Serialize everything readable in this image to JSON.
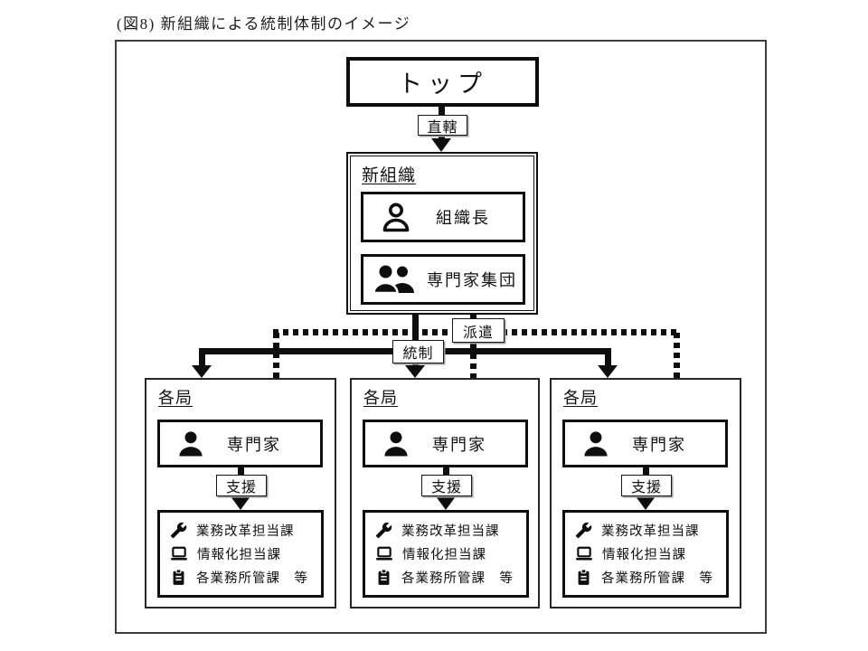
{
  "title": "(図8) 新組織による統制体制のイメージ",
  "ink_color": "#0e0e0e",
  "top_box": {
    "label": "トップ"
  },
  "edges": {
    "direct": "直轄",
    "dispatch": "派遣",
    "control": "統制"
  },
  "new_org": {
    "label": "新組織",
    "head": {
      "icon": "person-outline-icon",
      "label": "組織長"
    },
    "experts": {
      "icon": "people-filled-icon",
      "label": "専門家集団"
    }
  },
  "bureaus": [
    {
      "label": "各局",
      "expert": {
        "icon": "person-filled-icon",
        "label": "専門家"
      },
      "support_label": "支援",
      "departments": [
        {
          "icon": "wrench-icon",
          "label": "業務改革担当課"
        },
        {
          "icon": "laptop-icon",
          "label": "情報化担当課"
        },
        {
          "icon": "clipboard-icon",
          "label": "各業務所管課　等"
        }
      ]
    },
    {
      "label": "各局",
      "expert": {
        "icon": "person-filled-icon",
        "label": "専門家"
      },
      "support_label": "支援",
      "departments": [
        {
          "icon": "wrench-icon",
          "label": "業務改革担当課"
        },
        {
          "icon": "laptop-icon",
          "label": "情報化担当課"
        },
        {
          "icon": "clipboard-icon",
          "label": "各業務所管課　等"
        }
      ]
    },
    {
      "label": "各局",
      "expert": {
        "icon": "person-filled-icon",
        "label": "専門家"
      },
      "support_label": "支援",
      "departments": [
        {
          "icon": "wrench-icon",
          "label": "業務改革担当課"
        },
        {
          "icon": "laptop-icon",
          "label": "情報化担当課"
        },
        {
          "icon": "clipboard-icon",
          "label": "各業務所管課　等"
        }
      ]
    }
  ]
}
